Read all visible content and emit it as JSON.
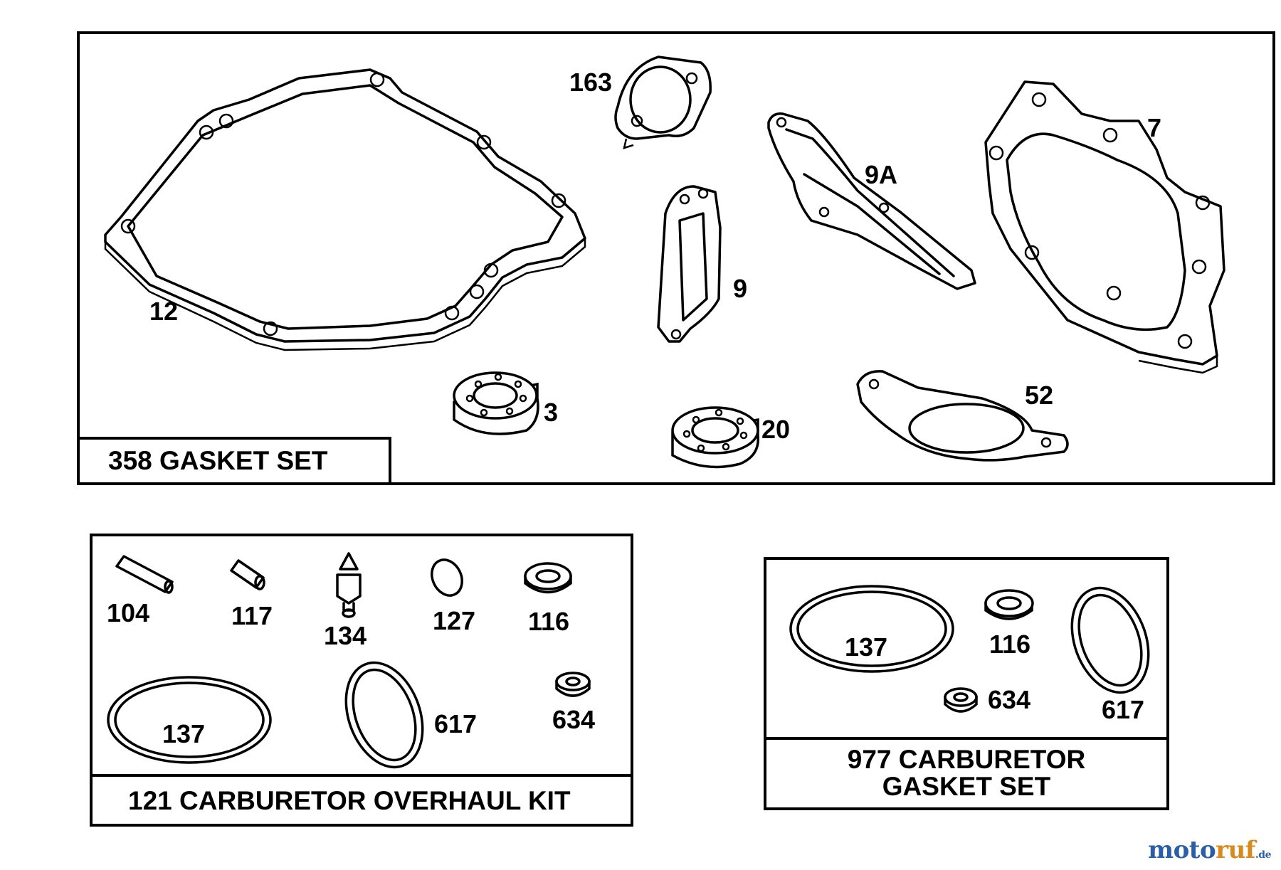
{
  "kits": {
    "gasket_set": "358 GASKET SET",
    "overhaul_kit": "121 CARBURETOR OVERHAUL KIT",
    "carb_gasket_line1": "977 CARBURETOR",
    "carb_gasket_line2": "GASKET SET"
  },
  "parts": {
    "p12": "12",
    "p163": "163",
    "p9": "9",
    "p9a": "9A",
    "p7": "7",
    "p3": "3",
    "p20": "20",
    "p52": "52",
    "k104": "104",
    "k117": "117",
    "k134": "134",
    "k127": "127",
    "k116": "116",
    "k137": "137",
    "k617": "617",
    "k634": "634",
    "c137": "137",
    "c116": "116",
    "c634": "634",
    "c617": "617"
  },
  "watermark": {
    "part1": "moto",
    "part2": "ruf",
    "suffix": ".de"
  }
}
